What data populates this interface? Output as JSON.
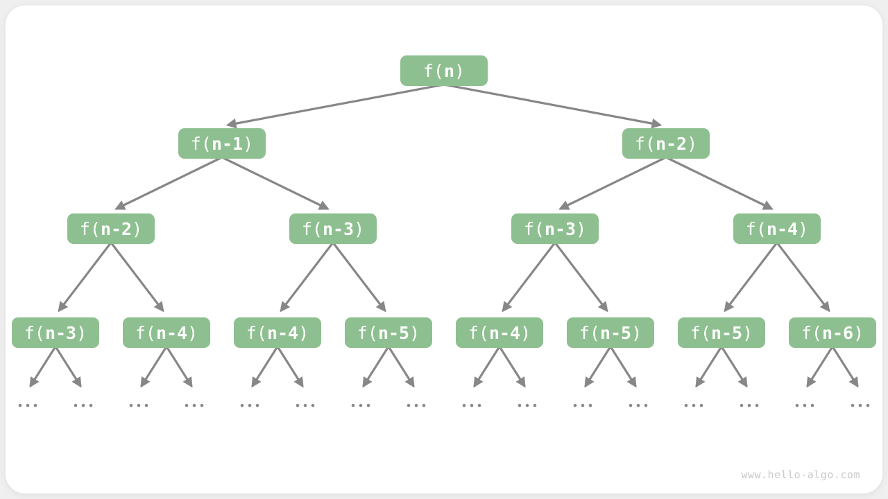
{
  "diagram": {
    "type": "recursion-tree",
    "levels": [
      [
        "f(n)"
      ],
      [
        "f(n-1)",
        "f(n-2)"
      ],
      [
        "f(n-2)",
        "f(n-3)",
        "f(n-3)",
        "f(n-4)"
      ],
      [
        "f(n-3)",
        "f(n-4)",
        "f(n-4)",
        "f(n-5)",
        "f(n-4)",
        "f(n-5)",
        "f(n-5)",
        "f(n-6)"
      ]
    ],
    "leaf_ellipsis": "...",
    "colors": {
      "node_fill": "#8ebf90",
      "node_text": "#ffffff",
      "arrow": "#878787",
      "ellipsis_dots": "#8a8a8a",
      "card": "#ffffff",
      "page_background": "#efefef"
    }
  },
  "watermark": {
    "text": "www.hello-algo.com",
    "color": "#c8c8c8"
  }
}
